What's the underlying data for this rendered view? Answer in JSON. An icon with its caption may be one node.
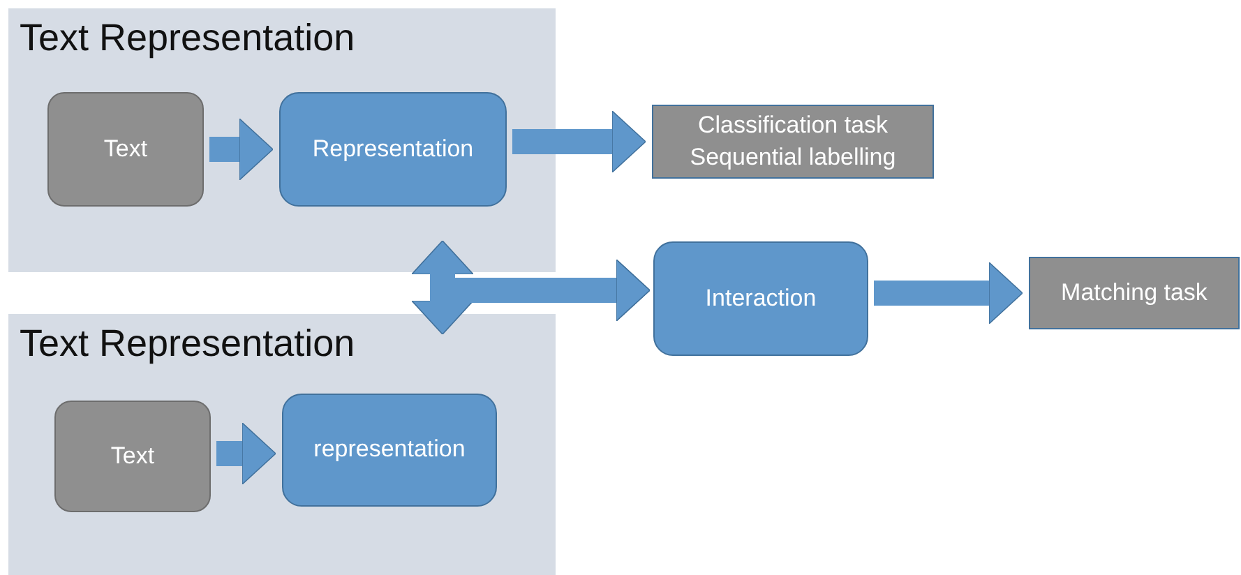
{
  "diagram": {
    "nodes": [
      {
        "text": [
          "Text Representation"
        ]
      },
      {
        "text": [
          "Text"
        ],
        "in": 0
      },
      {
        "text": [
          "Representation"
        ],
        "in": 0
      },
      {
        "text": [
          "Classification task",
          "Sequential labelling"
        ]
      },
      {
        "text": [
          "Text Representation"
        ]
      },
      {
        "text": [
          "Text"
        ],
        "in": 4
      },
      {
        "text": [
          "representation"
        ],
        "in": 4
      },
      {
        "text": [
          "Interaction"
        ]
      },
      {
        "text": [
          "Matching task"
        ]
      }
    ],
    "edges": [
      {
        "from": 1,
        "to": 2,
        "arrow": "to"
      },
      {
        "from": 2,
        "to": 3,
        "arrow": "to"
      },
      {
        "from": 0,
        "to": 4,
        "arrow": "both"
      },
      {
        "from": 0,
        "to": 7,
        "arrow": "to"
      },
      {
        "from": 4,
        "to": 7,
        "arrow": "to"
      },
      {
        "from": 5,
        "to": 6,
        "arrow": "to"
      },
      {
        "from": 7,
        "to": 8,
        "arrow": "to"
      }
    ]
  }
}
